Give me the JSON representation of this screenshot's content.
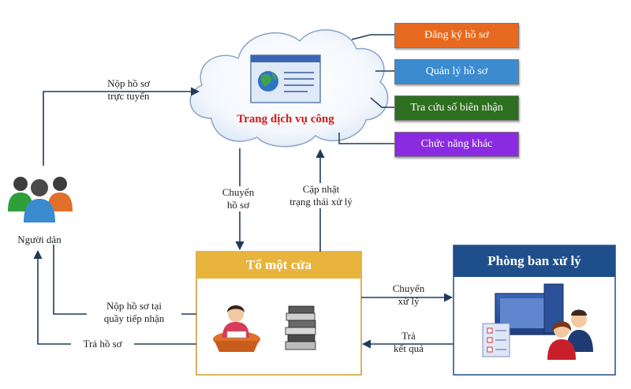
{
  "cloud": {
    "title": "Trang dịch vụ công"
  },
  "functions": [
    {
      "label": "Đăng ký hồ sơ",
      "color": "#e7691f"
    },
    {
      "label": "Quản lý hồ sơ",
      "color": "#3b8bd0"
    },
    {
      "label": "Tra cứu số biên nhận",
      "color": "#2e6e1f"
    },
    {
      "label": "Chức năng khác",
      "color": "#8a2be2"
    }
  ],
  "citizens": {
    "label": "Người dân"
  },
  "one_stop": {
    "title": "Tổ một cửa",
    "header_color": "#e8b43c"
  },
  "department": {
    "title": "Phòng ban xử lý",
    "header_color": "#1f4f8b"
  },
  "flows": {
    "online_submit": [
      "Nộp hồ sơ",
      "trực tuyến"
    ],
    "transfer": [
      "Chuyển",
      "hồ sơ"
    ],
    "update_status": [
      "Cập nhật",
      "trạng thái xử lý"
    ],
    "counter_submit": [
      "Nộp hồ sơ tại",
      "quầy tiếp nhận"
    ],
    "return_file": [
      "Trả hồ sơ"
    ],
    "transfer_process": [
      "Chuyển",
      "xử lý"
    ],
    "return_result": [
      "Trả",
      "kết quả"
    ]
  }
}
